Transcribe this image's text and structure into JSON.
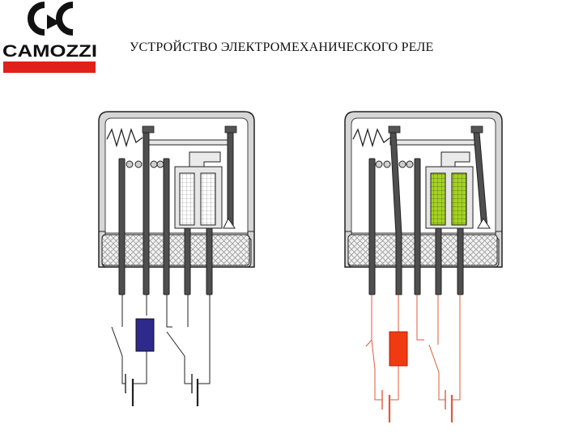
{
  "header": {
    "brand_name": "CAMOZZI",
    "title": "УСТРОЙСТВО ЭЛЕКТРОМЕХАНИЧЕСКОГО РЕЛЕ"
  },
  "colors": {
    "brand_red": "#e0201a",
    "brand_black": "#111111",
    "housing": "#d6d6d6",
    "relay_off_coil": "#2d2a8c",
    "relay_on_coil": "#f03a12",
    "relay_on_winding": "#a6d321",
    "relay_on_wires": "#e05a3a"
  },
  "diagrams": [
    {
      "id": "relay-off",
      "state": "de-energized"
    },
    {
      "id": "relay-on",
      "state": "energized"
    }
  ]
}
